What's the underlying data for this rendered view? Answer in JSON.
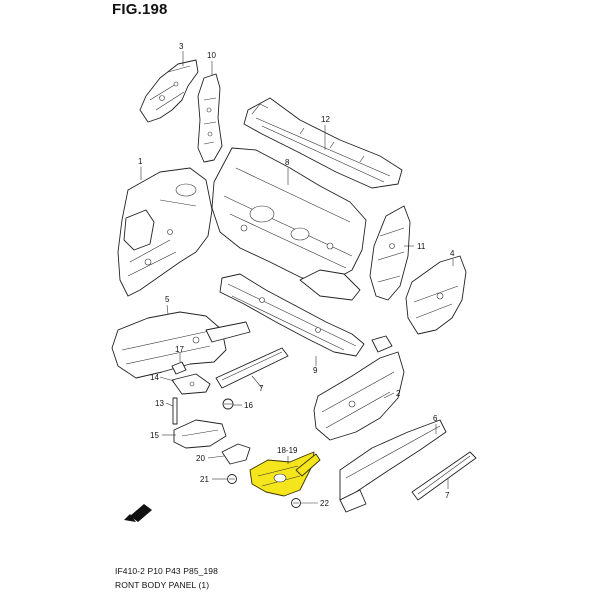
{
  "header": {
    "title": "FIG.198"
  },
  "callouts": [
    {
      "id": "c3",
      "label": "3"
    },
    {
      "id": "c10",
      "label": "10"
    },
    {
      "id": "c12",
      "label": "12"
    },
    {
      "id": "c1",
      "label": "1"
    },
    {
      "id": "c8",
      "label": "8"
    },
    {
      "id": "c11",
      "label": "11"
    },
    {
      "id": "c4",
      "label": "4"
    },
    {
      "id": "c5",
      "label": "5"
    },
    {
      "id": "c17",
      "label": "17"
    },
    {
      "id": "c14",
      "label": "14"
    },
    {
      "id": "c7a",
      "label": "7"
    },
    {
      "id": "c9",
      "label": "9"
    },
    {
      "id": "c2",
      "label": "2"
    },
    {
      "id": "c13",
      "label": "13"
    },
    {
      "id": "c16",
      "label": "16"
    },
    {
      "id": "c15",
      "label": "15"
    },
    {
      "id": "c6",
      "label": "6"
    },
    {
      "id": "c1819",
      "label": "18-19"
    },
    {
      "id": "c20",
      "label": "20"
    },
    {
      "id": "c21",
      "label": "21"
    },
    {
      "id": "c22",
      "label": "22"
    },
    {
      "id": "c7b",
      "label": "7"
    }
  ],
  "highlight": {
    "part": "18-19",
    "color": "#f5e51c"
  },
  "footer": {
    "code": "IF410-2 P10 P43 P85_198",
    "caption": "RONT BODY PANEL (1)"
  }
}
